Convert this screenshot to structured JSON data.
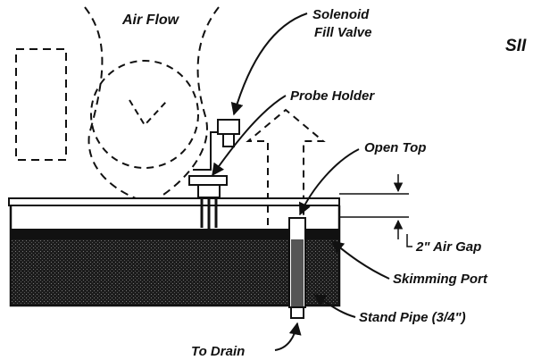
{
  "labels": {
    "air_flow": "Air Flow",
    "solenoid_line1": "Solenoid",
    "solenoid_line2": "Fill Valve",
    "probe_holder": "Probe Holder",
    "open_top": "Open Top",
    "air_gap": "2\" Air Gap",
    "skimming_port": "Skimming Port",
    "stand_pipe": "Stand Pipe (3/4\")",
    "to_drain": "To Drain",
    "cut_off_text": "SII"
  },
  "colors": {
    "line": "#111111",
    "water_fill": "#2b2b2b",
    "background": "#ffffff"
  }
}
